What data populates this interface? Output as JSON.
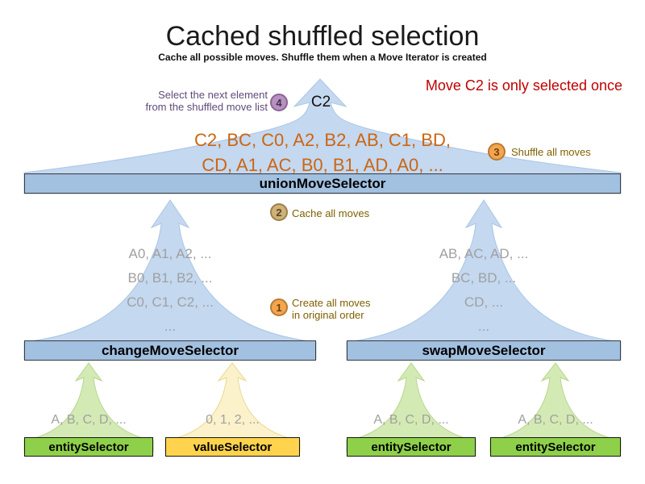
{
  "title": "Cached shuffled selection",
  "subtitle": "Cache all possible moves. Shuffle them when a Move Iterator is created",
  "note": "Move C2 is only selected once",
  "selected_move": "C2",
  "steps": {
    "s1": {
      "number": "1",
      "line1": "Create all moves",
      "line2": "in original order"
    },
    "s2": {
      "number": "2",
      "label": "Cache all moves"
    },
    "s3": {
      "number": "3",
      "label": "Shuffle all moves"
    },
    "s4": {
      "number": "4",
      "line1": "Select the next element",
      "line2": "from the shuffled move list"
    }
  },
  "union_selector": {
    "label": "unionMoveSelector",
    "shuffled_moves_line1": "C2, BC, C0, A2, B2, AB, C1, BD,",
    "shuffled_moves_line2": "CD, A1, AC, B0, B1, AD, A0, ..."
  },
  "change_selector": {
    "label": "changeMoveSelector",
    "moves": [
      "A0, A1, A2, ...",
      "B0, B1, B2, ...",
      "C0, C1, C2, ...",
      "..."
    ]
  },
  "swap_selector": {
    "label": "swapMoveSelector",
    "moves": [
      "AB, AC, AD, ...",
      "BC, BD, ...",
      "CD, ...",
      "..."
    ]
  },
  "selectors": [
    {
      "label": "entitySelector",
      "values": "A, B, C, D, ..."
    },
    {
      "label": "valueSelector",
      "values": "0, 1, 2, ..."
    },
    {
      "label": "entitySelector",
      "values": "A, B, C, D, ..."
    },
    {
      "label": "entitySelector",
      "values": "A, B, C, D, ..."
    }
  ],
  "colors": {
    "funnel_blue": "#c4d8f0",
    "bar_blue": "#a2c0e0",
    "entity_green": "#8ed049",
    "value_yellow": "#ffd34d",
    "funnel_green": "#d4eab4",
    "funnel_yellow": "#fbf2cb",
    "moves_orange": "#cc6611",
    "note_red": "#c00000",
    "annotation_brown": "#7f6000",
    "annotation_purple": "#604a7b",
    "muted_gray": "#a0a0a0"
  }
}
